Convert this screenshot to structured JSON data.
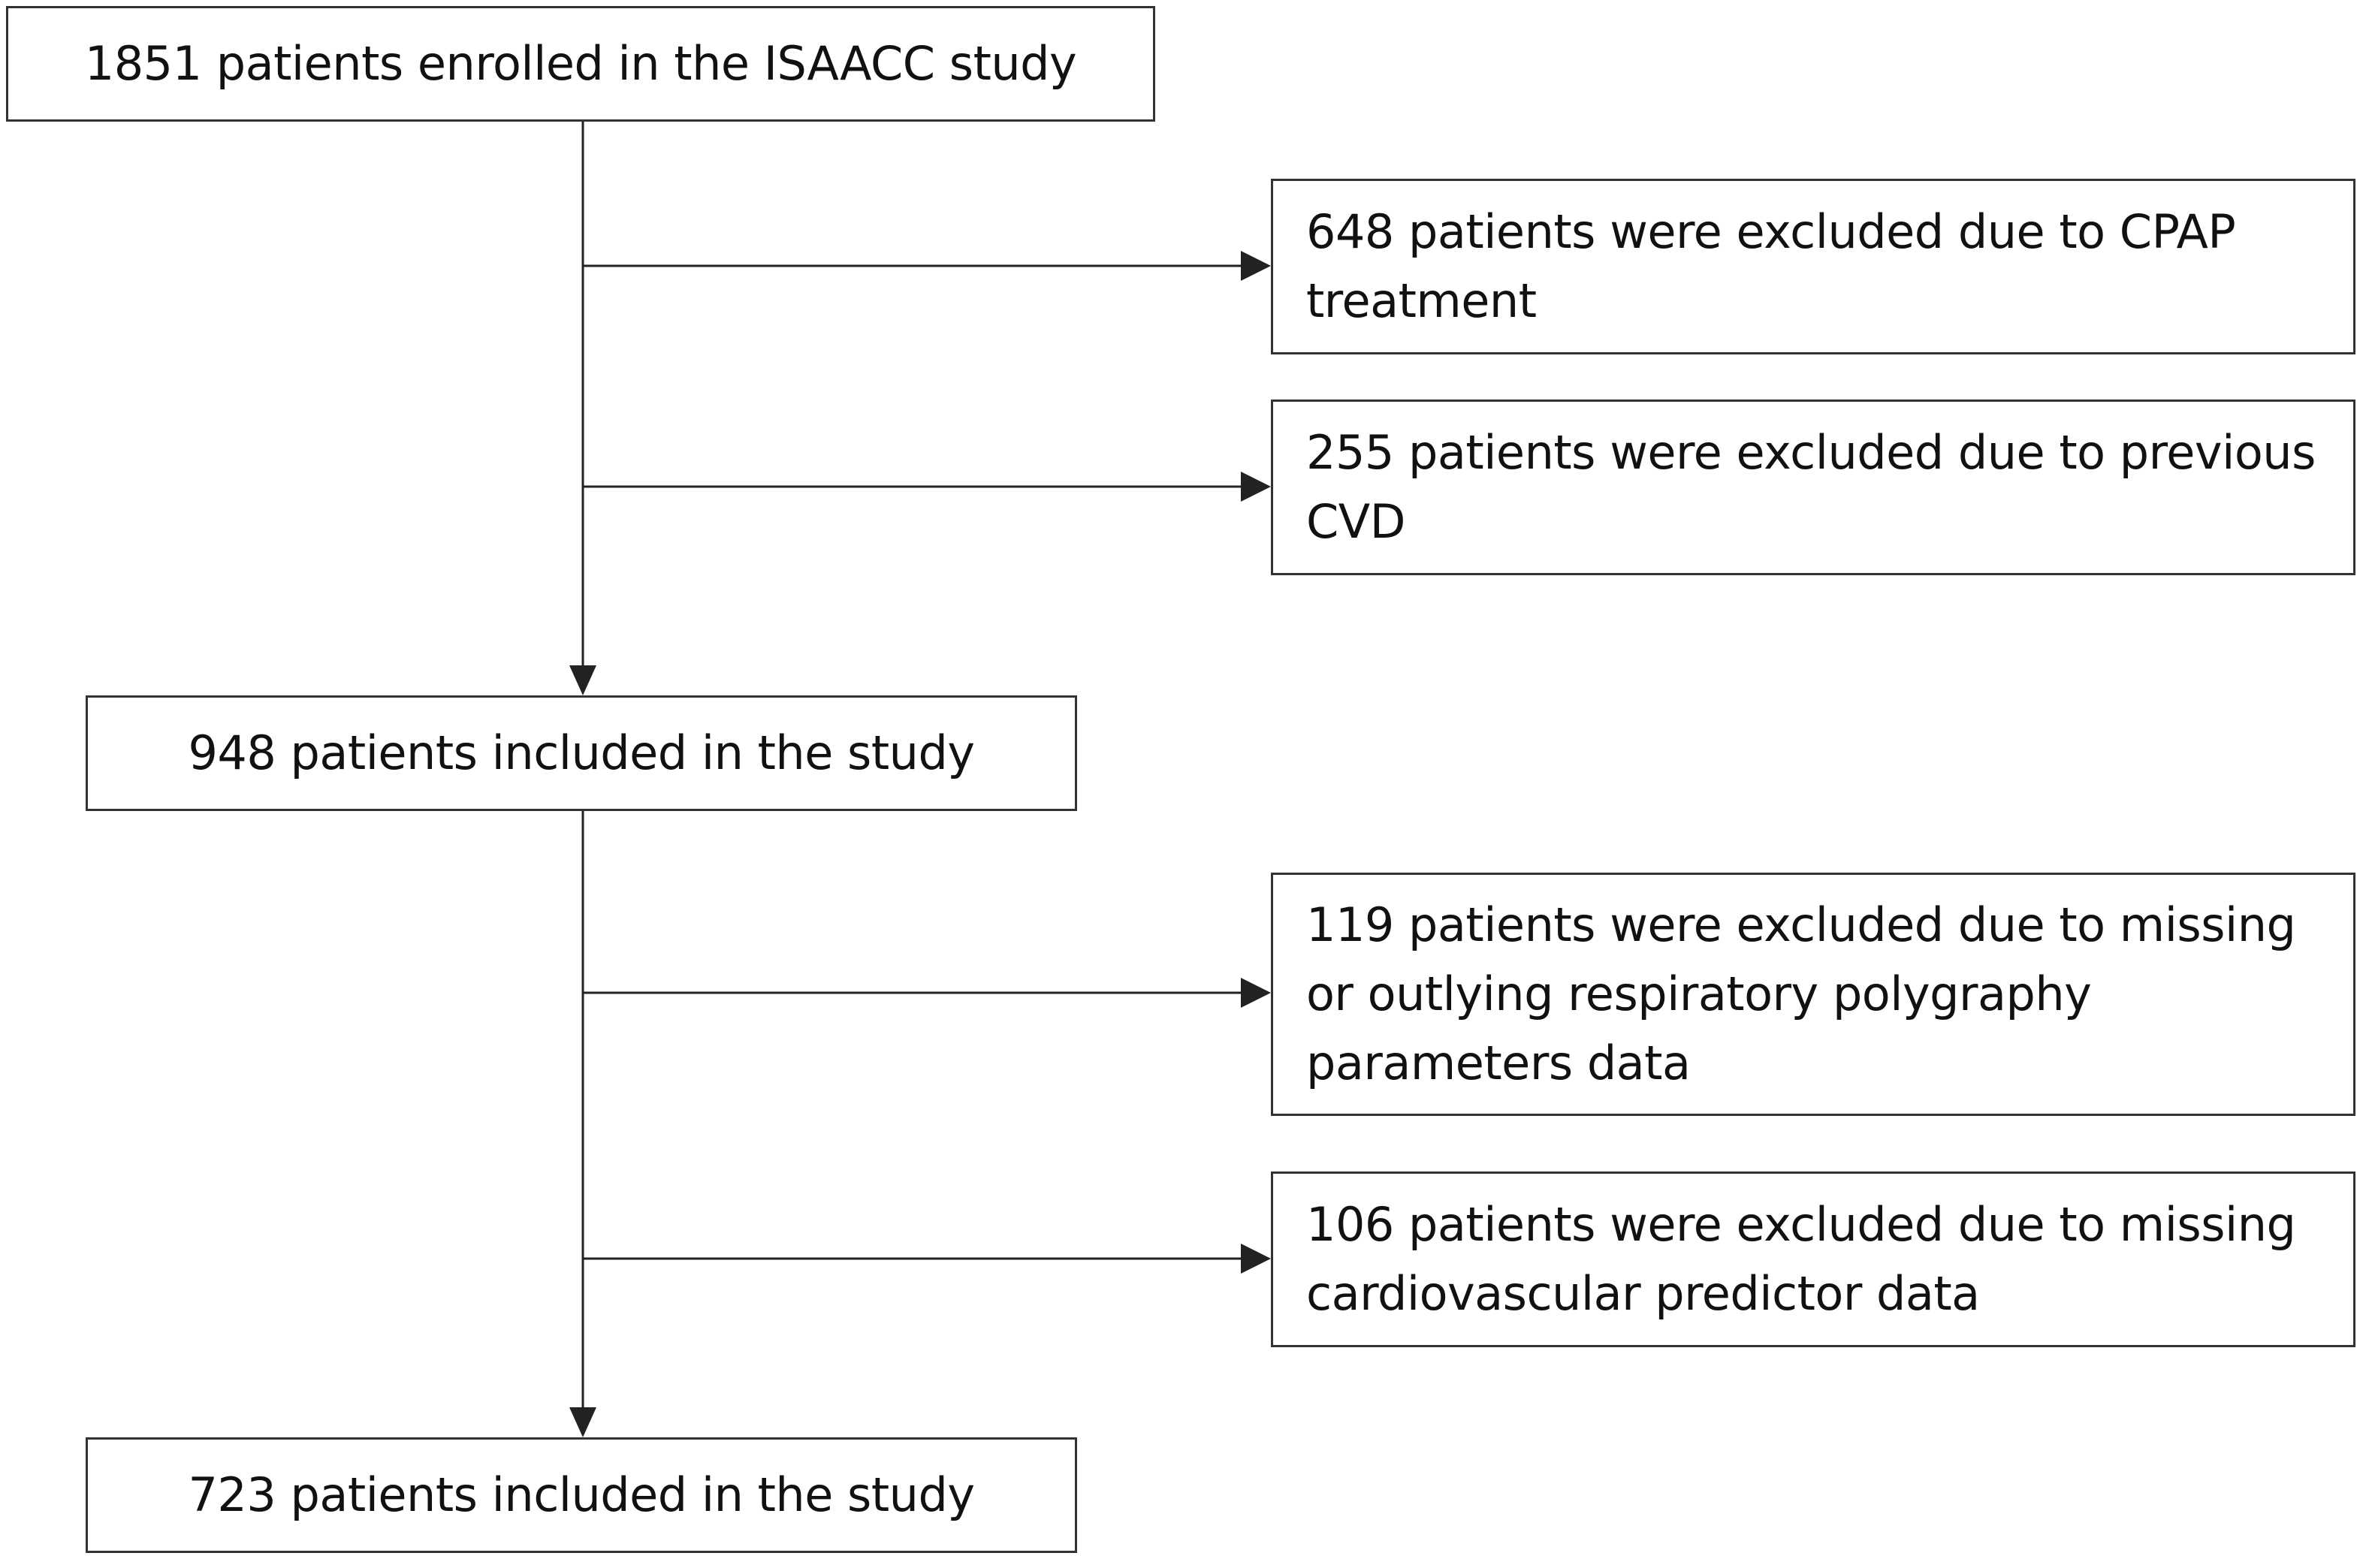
{
  "flowchart": {
    "enrolled": "1851 patients enrolled in the ISAACC study",
    "exclusion_cpap": "648 patients were excluded due to CPAP treatment",
    "exclusion_cvd": "255 patients were excluded due to previous CVD",
    "included_first": "948 patients included in the study",
    "exclusion_polygraphy": "119 patients were excluded due to missing or outlying respiratory polygraphy parameters data",
    "exclusion_cardio": "106 patients were excluded due to missing cardiovascular predictor data",
    "included_final": "723 patients included in the study"
  },
  "colors": {
    "line": "#222222",
    "border": "#333333",
    "background": "#ffffff",
    "text": "#111111"
  }
}
